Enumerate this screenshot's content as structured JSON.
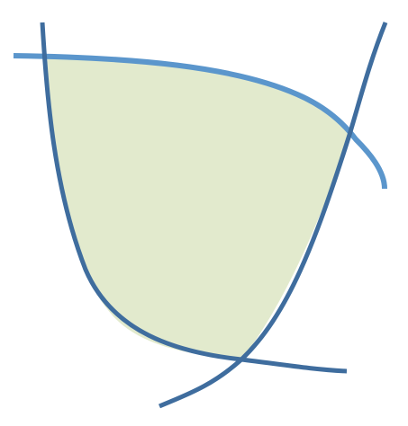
{
  "diagram": {
    "region_fill": "#E2EACD",
    "curve_dark": "#3F6D9E",
    "curve_light": "#5B96CC",
    "curves": [
      {
        "name": "upper-arc",
        "color_key": "curve_light"
      },
      {
        "name": "left-hyperbola",
        "color_key": "curve_dark"
      },
      {
        "name": "right-parabola",
        "color_key": "curve_dark"
      }
    ]
  }
}
